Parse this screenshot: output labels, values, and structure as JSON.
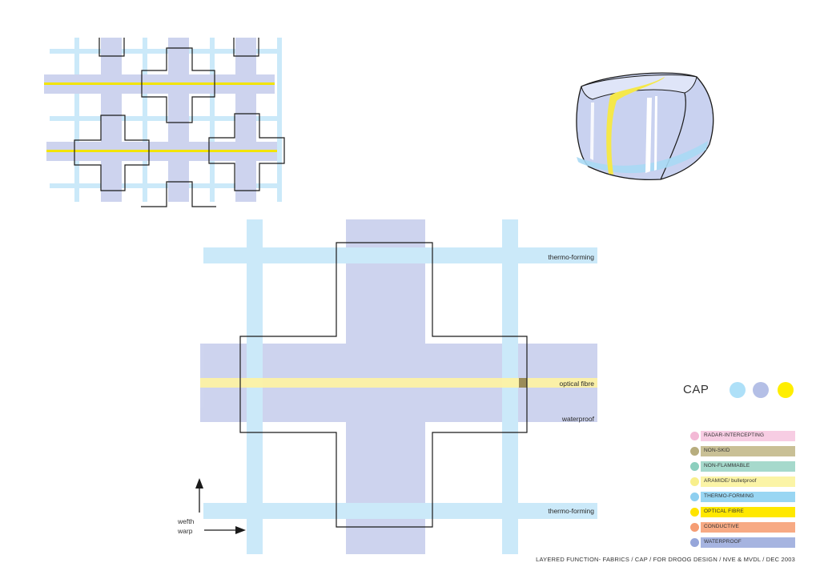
{
  "diagram": {
    "labels": {
      "thermo_top": "thermo-forming",
      "optical": "optical fibre",
      "waterproof": "waterproof",
      "thermo_bottom": "thermo-forming"
    },
    "axes": {
      "weft": "wefth",
      "warp": "warp"
    }
  },
  "cap": {
    "title": "CAP",
    "dots": [
      {
        "name": "thermo-forming",
        "color": "#aee0f8"
      },
      {
        "name": "waterproof",
        "color": "#b4bfe6"
      },
      {
        "name": "optical fibre",
        "color": "#ffee00"
      }
    ]
  },
  "legend": [
    {
      "label": "RADAR-INTERCEPTING",
      "color": "#f7cde3",
      "dot": "#f3b9d6"
    },
    {
      "label": "NON-SKID",
      "color": "#c9c096",
      "dot": "#b7ad7e"
    },
    {
      "label": "NON-FLAMMABLE",
      "color": "#a6d9cc",
      "dot": "#8ccfbe"
    },
    {
      "label": "ARAMIDE/ bulletproof",
      "color": "#fbf4a6",
      "dot": "#f8ef8c"
    },
    {
      "label": "THERMO-FORMING",
      "color": "#99d6f3",
      "dot": "#8ecff0"
    },
    {
      "label": "OPTICAL FIBRE",
      "color": "#ffe800",
      "dot": "#ffe400"
    },
    {
      "label": "CONDUCTIVE",
      "color": "#f7aa84",
      "dot": "#f59d74"
    },
    {
      "label": "WATERPROOF",
      "color": "#a6b4e0",
      "dot": "#96a6da"
    }
  ],
  "footer": "LAYERED FUNCTION- FABRICS / CAP /  FOR DROOG DESIGN /  NVE & MVDL /  DEC 2003",
  "colors": {
    "light_blue": "#c2e6f8",
    "periwinkle": "#c5ccec",
    "yellow": "#fff6a0",
    "optical": "#f2e400",
    "outline": "#1a1a1a"
  }
}
